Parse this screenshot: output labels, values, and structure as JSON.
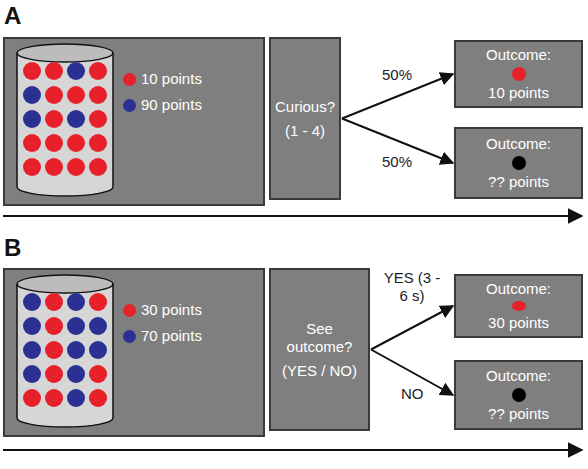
{
  "diagram": {
    "nodes": [
      {
        "text": [
          "10 points",
          "90 points"
        ]
      },
      {
        "text": [
          "Curious?",
          "(1 - 4)"
        ]
      },
      {
        "text": [
          "Outcome:",
          "10 points"
        ]
      },
      {
        "text": [
          "Outcome:",
          "?? points"
        ]
      },
      {
        "text": [
          "30 points",
          "70 points"
        ]
      },
      {
        "text": [
          "See outcome?",
          "(YES / NO)"
        ]
      },
      {
        "text": [
          "Outcome:",
          "30 points"
        ]
      },
      {
        "text": [
          "Outcome:",
          "?? points"
        ]
      }
    ],
    "edges": [
      {
        "from": 1,
        "to": 2,
        "label": "50%",
        "arrow": "to"
      },
      {
        "from": 1,
        "to": 3,
        "label": "50%",
        "arrow": "to"
      },
      {
        "from": 5,
        "to": 6,
        "label": "YES (3 - 6 s)",
        "arrow": "to"
      },
      {
        "from": 5,
        "to": 7,
        "label": "NO",
        "arrow": "to"
      }
    ],
    "labels": [
      "A",
      "B"
    ]
  }
}
